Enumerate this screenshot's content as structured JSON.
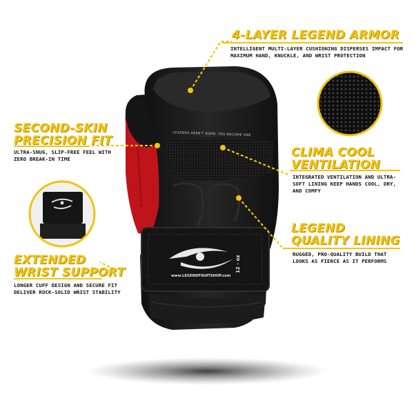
{
  "features": {
    "armor": {
      "title": "4-LAYER LEGEND ARMOR",
      "desc": [
        "INTELLIGENT MULTI-LAYER CUSHIONING DISPERSES IMPACT FOR",
        "MAXIMUM HAND, KNUCKLE, AND WRIST PROTECTION"
      ]
    },
    "second_skin": {
      "title": [
        "SECOND-SKIN",
        "PRECISION FIT"
      ],
      "desc": [
        "ULTRA-SNUG, SLIP-FREE FEEL WITH",
        "ZERO BREAK-IN TIME"
      ]
    },
    "clima": {
      "title": [
        "CLIMA COOL",
        "VENTILATION"
      ],
      "desc": [
        "INTEGRATED VENTILATION AND ULTRA-",
        "SOFT LINING KEEP HANDS COOL, DRY,",
        "AND COMFY"
      ]
    },
    "lining": {
      "title": [
        "LEGEND",
        "QUALITY LINING"
      ],
      "desc": [
        "RUGGED, PRO-QUALITY BUILD THAT",
        "LOOKS AS FIERCE AS IT PERFORMS"
      ]
    },
    "wrist": {
      "title": [
        "EXTENDED",
        "WRIST SUPPORT"
      ],
      "desc": [
        "LONGER CUFF DESIGN AND SECURE FIT",
        "DELIVER ROCK-SOLID WRIST STABILITY"
      ]
    }
  },
  "glove": {
    "slogan": "LEGENDS AREN'T BORN, YOU BECOME ONE",
    "url": "www.LEGENDFIGHTSHOP.com",
    "weight": "12 - oz"
  },
  "colors": {
    "accent": "#f2c40f",
    "glove_black": "#1a1a1a",
    "glove_red": "#c0141b"
  }
}
